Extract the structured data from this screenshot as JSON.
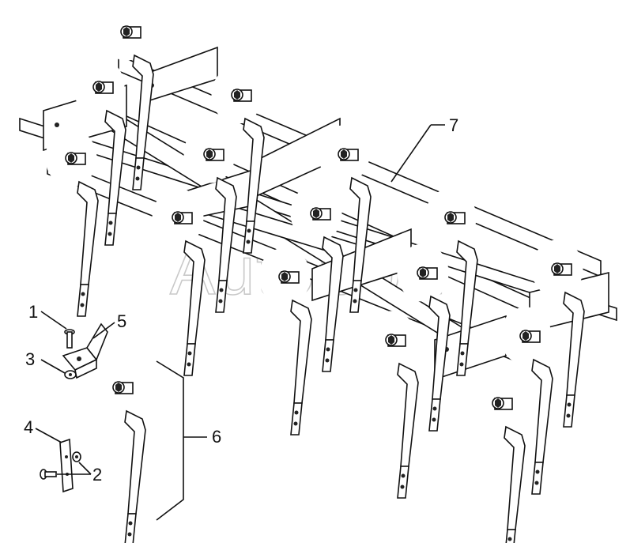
{
  "diagram": {
    "watermark": "AutoSoft",
    "callouts": [
      {
        "id": "1",
        "label": "1"
      },
      {
        "id": "2",
        "label": "2"
      },
      {
        "id": "3",
        "label": "3"
      },
      {
        "id": "4",
        "label": "4"
      },
      {
        "id": "5",
        "label": "5"
      },
      {
        "id": "6",
        "label": "6"
      },
      {
        "id": "7",
        "label": "7"
      }
    ]
  }
}
